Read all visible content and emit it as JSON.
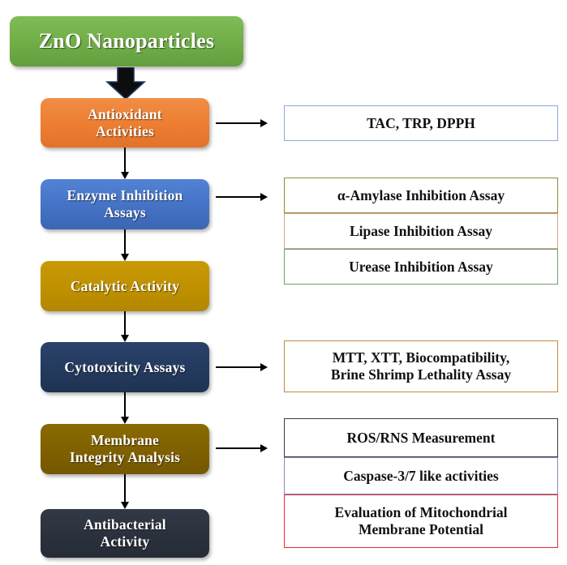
{
  "diagram": {
    "type": "flowchart",
    "title": "ZnO Nanoparticles biological activity evaluation flowchart",
    "root": {
      "label": "ZnO Nanoparticles",
      "color": "#70AD47"
    },
    "process_nodes": [
      {
        "label": "Antioxidant\nActivities",
        "line1": "Antioxidant",
        "line2": "Activities",
        "color": "#ED7D31"
      },
      {
        "label": "Enzyme Inhibition\nAssays",
        "line1": "Enzyme Inhibition",
        "line2": "Assays",
        "color": "#4472C4"
      },
      {
        "label": "Catalytic Activity",
        "line1": "Catalytic Activity",
        "line2": "",
        "color": "#BF9000"
      },
      {
        "label": "Cytotoxicity Assays",
        "line1": "Cytotoxicity Assays",
        "line2": "",
        "color": "#243A5E"
      },
      {
        "label": "Membrane\nIntegrity Analysis",
        "line1": "Membrane",
        "line2": "Integrity Analysis",
        "color": "#7F6000"
      },
      {
        "label": "Antibacterial\nActivity",
        "line1": "Antibacterial",
        "line2": "Activity",
        "color": "#2B313C"
      }
    ],
    "output_boxes": [
      {
        "line1": "TAC, TRP, DPPH",
        "line2": "",
        "border": "#8FAADC"
      },
      {
        "line1": "α-Amylase Inhibition Assay",
        "line2": "",
        "border": "#908B3C"
      },
      {
        "line1": "Lipase Inhibition Assay",
        "line2": "",
        "border": "#D9A188"
      },
      {
        "line1": "Urease Inhibition Assay",
        "line2": "",
        "border": "#70A070"
      },
      {
        "line1": "MTT, XTT, Biocompatibility,",
        "line2": "Brine Shrimp Lethality Assay",
        "border": "#C08B3E"
      },
      {
        "line1": "ROS/RNS Measurement",
        "line2": "",
        "border": "#3B3B3B"
      },
      {
        "line1": "Caspase-3/7 like activities",
        "line2": "",
        "border": "#8888B8"
      },
      {
        "line1": "Evaluation of Mitochondrial",
        "line2": "Membrane Potential",
        "border": "#E03030"
      }
    ]
  }
}
